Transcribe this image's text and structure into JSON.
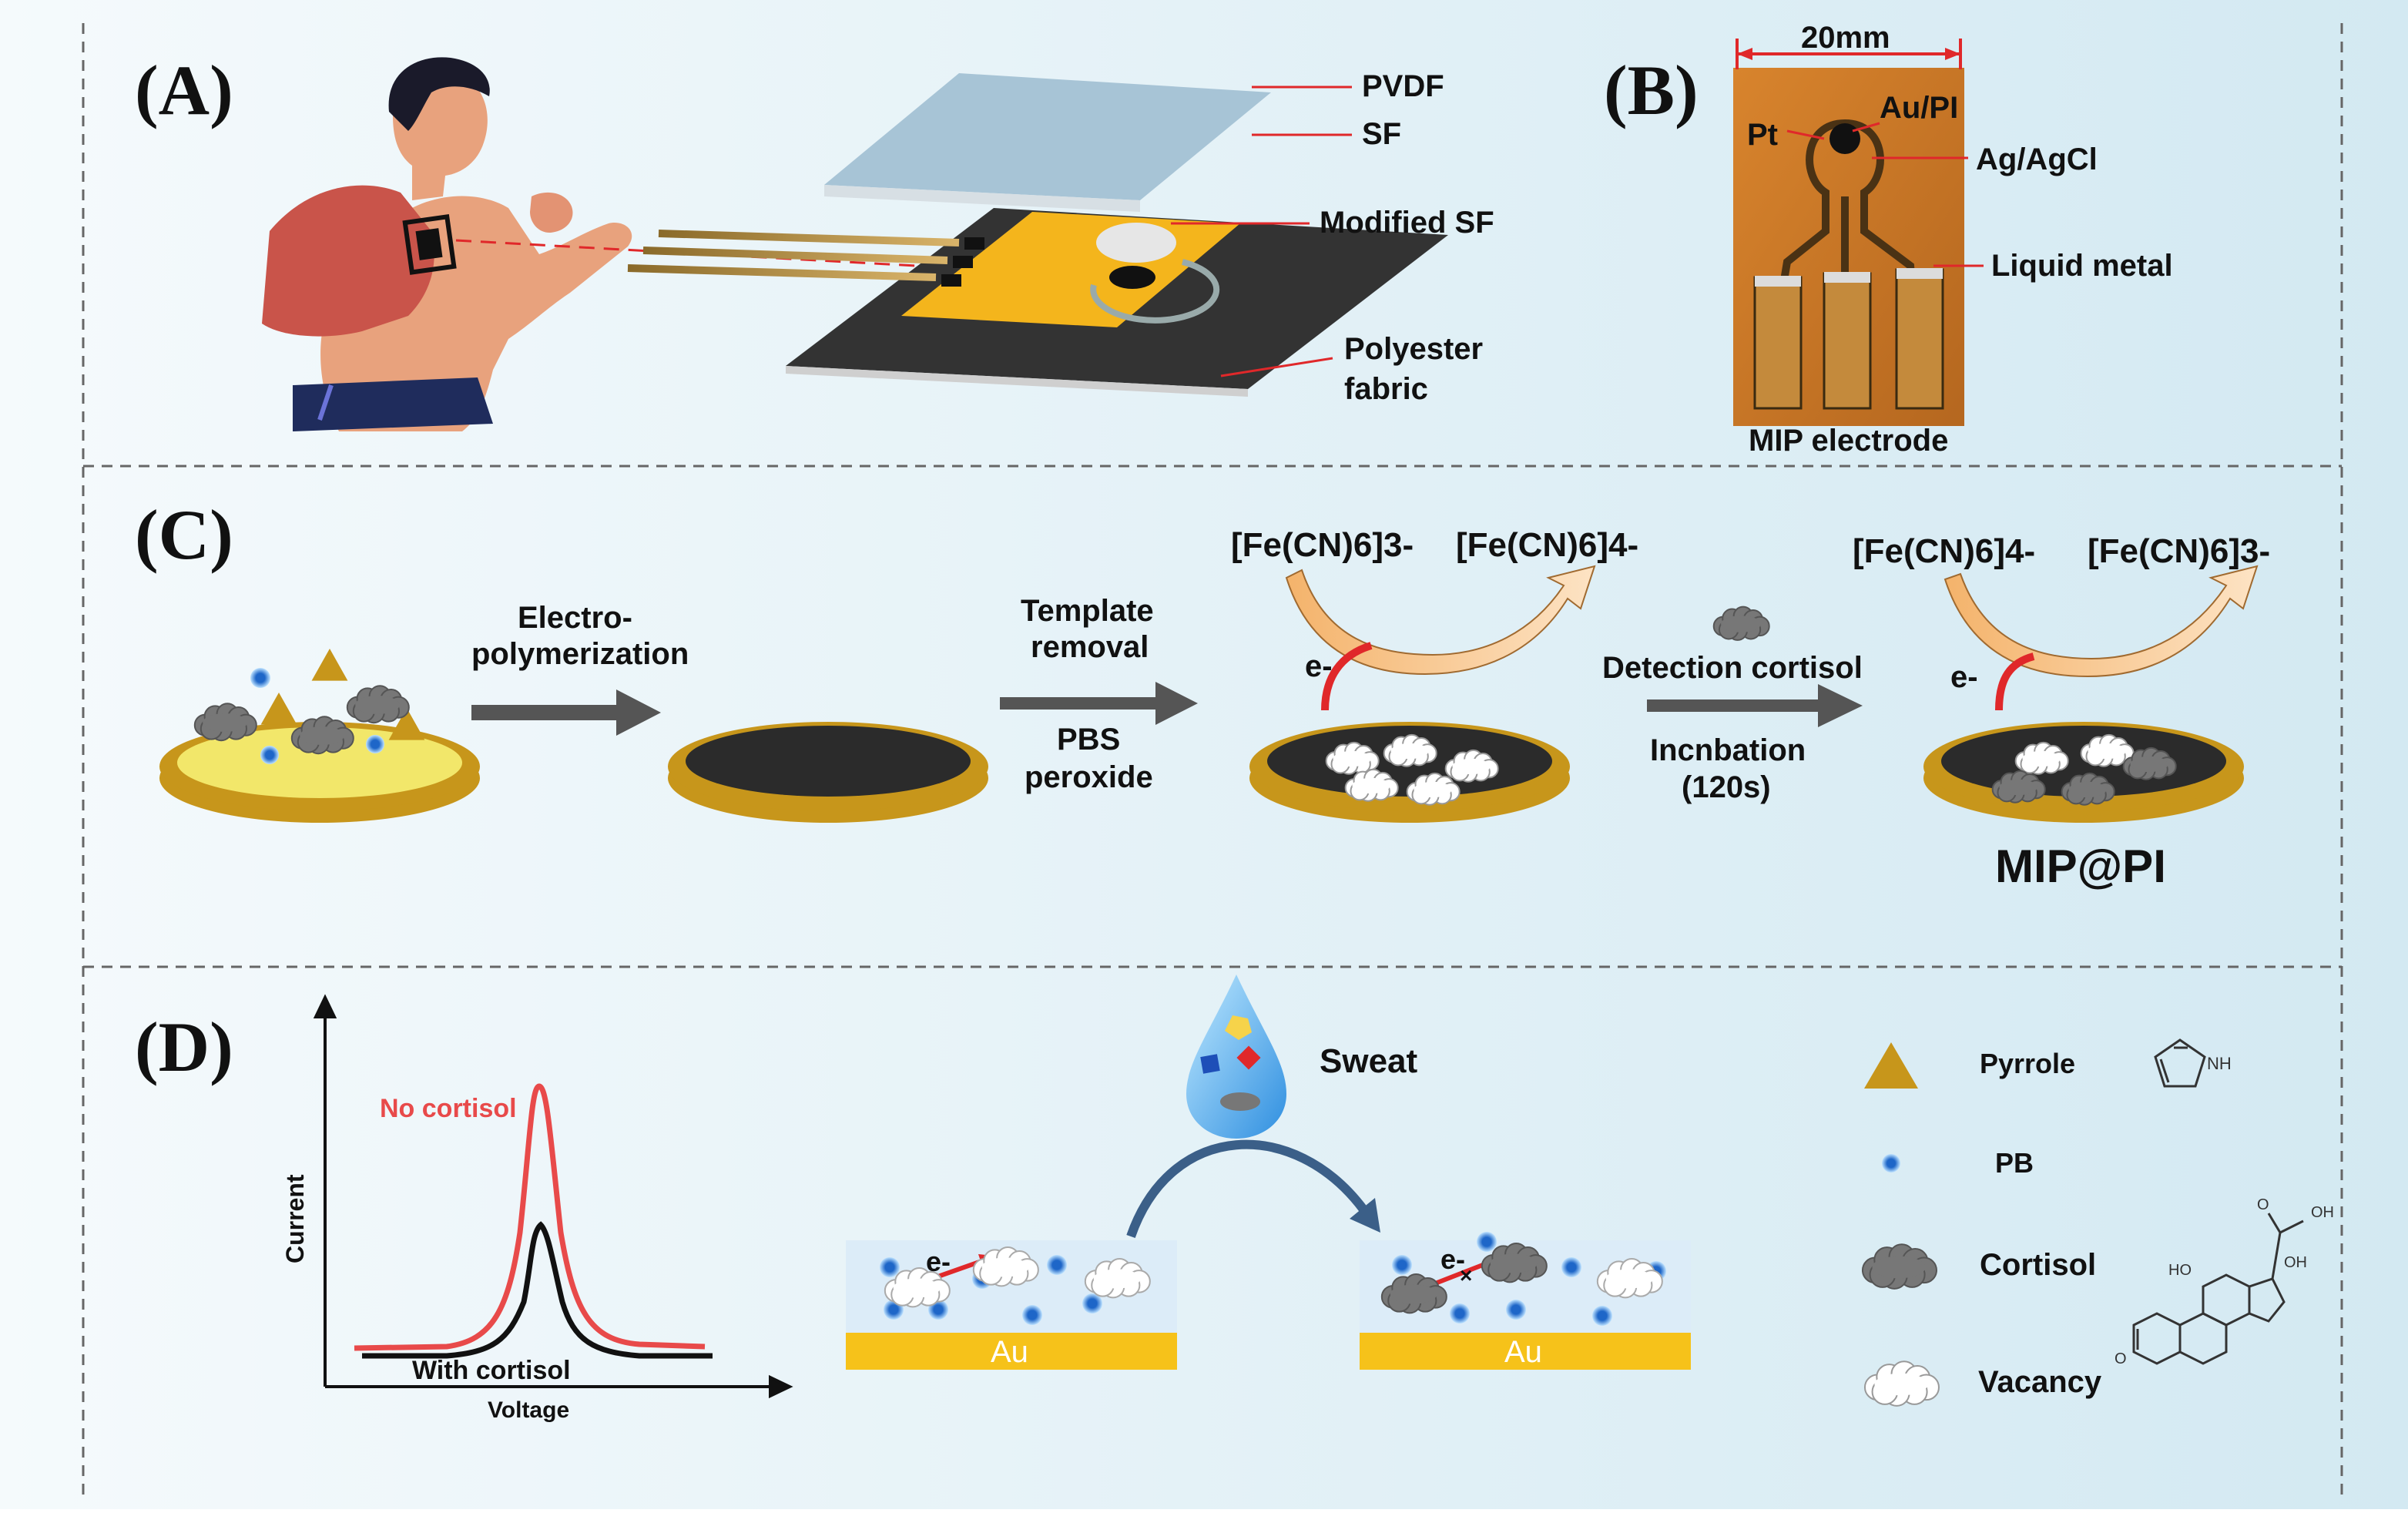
{
  "panels": {
    "a": "(A)",
    "b": "(B)",
    "c": "(C)",
    "d": "(D)"
  },
  "panel_a": {
    "layers": [
      "PVDF",
      "SF",
      "Modified SF"
    ],
    "fabric": [
      "Polyester",
      "fabric"
    ]
  },
  "panel_b": {
    "scale": "20mm",
    "labels": [
      "Au/PI",
      "Pt",
      "Ag/AgCl",
      "Liquid metal"
    ],
    "caption": "MIP electrode"
  },
  "panel_c": {
    "step1": [
      "Electro-",
      "polymerization"
    ],
    "step2_top": [
      "Template",
      "removal"
    ],
    "step2_bottom": [
      "PBS",
      "peroxide"
    ],
    "step3_top": "Detection cortisol",
    "step3_bottom": [
      "Incnbation",
      "(120s)"
    ],
    "ferri": "[Fe(CN)6]3-",
    "ferro": "[Fe(CN)6]4-",
    "electron": "e-",
    "product": "MIP@PI"
  },
  "panel_d": {
    "curve_no": "No cortisol",
    "curve_with": "With cortisol",
    "xlabel": "Voltage",
    "ylabel": "Current",
    "sweat": "Sweat",
    "electrode": "Au",
    "electron": "e-",
    "legend": [
      "Pyrrole",
      "PB",
      "Cortisol",
      "Vacancy"
    ],
    "pyrrole_nh": "NH",
    "cortisol_atoms": {
      "oh1": "HO",
      "oh2": "OH",
      "oh3": "OH",
      "o1": "O",
      "o2": "O"
    }
  },
  "colors": {
    "background": "#deeef5",
    "gold": "#c7961b",
    "yellow": "#f2e76a",
    "dark": "#2b2b2b",
    "red_curve": "#e84a4a",
    "pb_blue": "#1e66c8",
    "leader_red": "#e0282a",
    "au_bar": "#f6c21a"
  }
}
